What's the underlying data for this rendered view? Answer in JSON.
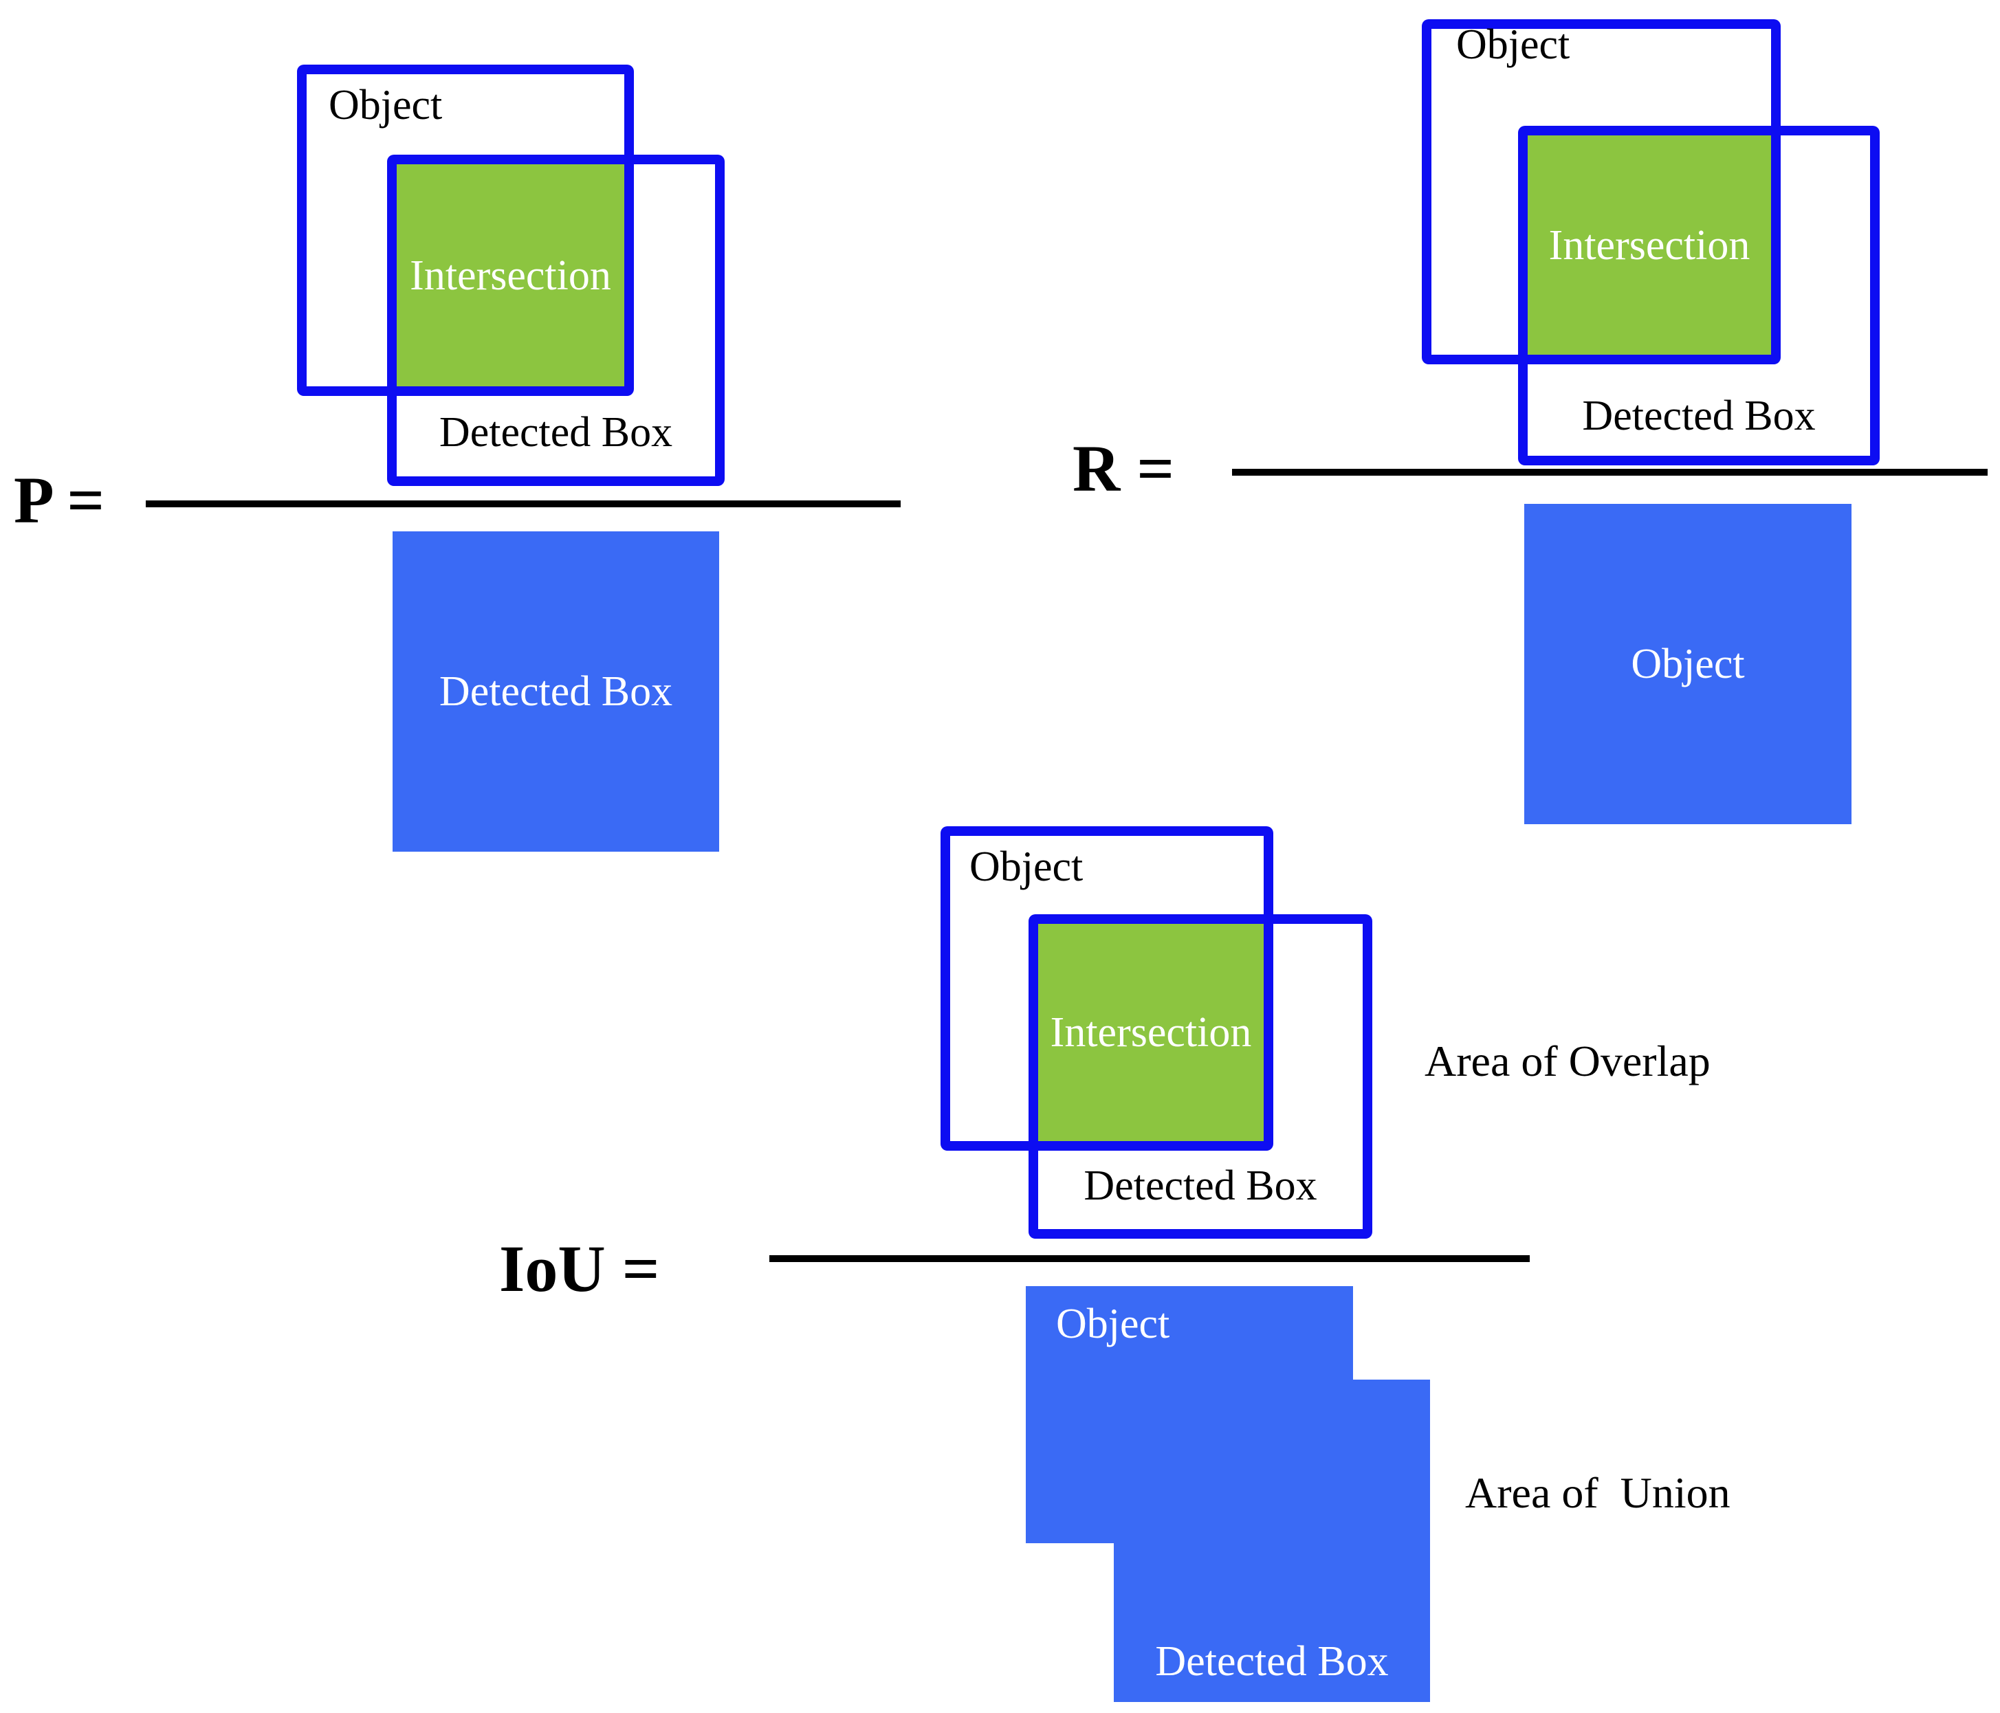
{
  "colors": {
    "outline_blue": "#0D0DF2",
    "fill_blue": "#3A6AF5",
    "fill_green": "#8CC540",
    "bar_black": "#000000"
  },
  "formulas": {
    "precision": {
      "symbol": "P =",
      "numerator": {
        "object_label": "Object",
        "intersection_label": "Intersection",
        "detected_label": "Detected Box"
      },
      "denominator": {
        "label": "Detected Box"
      }
    },
    "recall": {
      "symbol": "R =",
      "numerator": {
        "object_label": "Object",
        "intersection_label": "Intersection",
        "detected_label": "Detected Box"
      },
      "denominator": {
        "label": "Object"
      }
    },
    "iou": {
      "symbol": "IoU =",
      "numerator": {
        "object_label": "Object",
        "intersection_label": "Intersection",
        "detected_label": "Detected Box"
      },
      "denominator": {
        "object_label": "Object",
        "detected_label": "Detected Box"
      },
      "numerator_annotation": "Area of Overlap",
      "denominator_annotation": "Area of  Union"
    }
  }
}
